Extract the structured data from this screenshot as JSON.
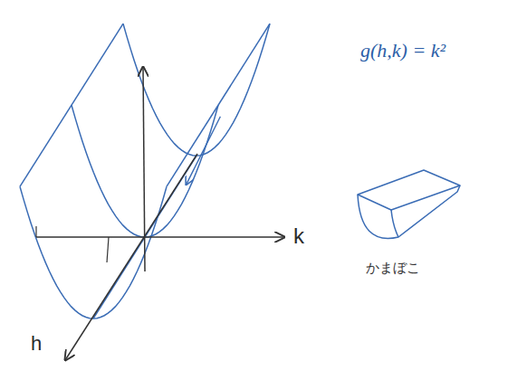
{
  "diagram": {
    "labels": [
      "g(h,k) = k²",
      "k",
      "かまぼこ",
      "h"
    ]
  }
}
